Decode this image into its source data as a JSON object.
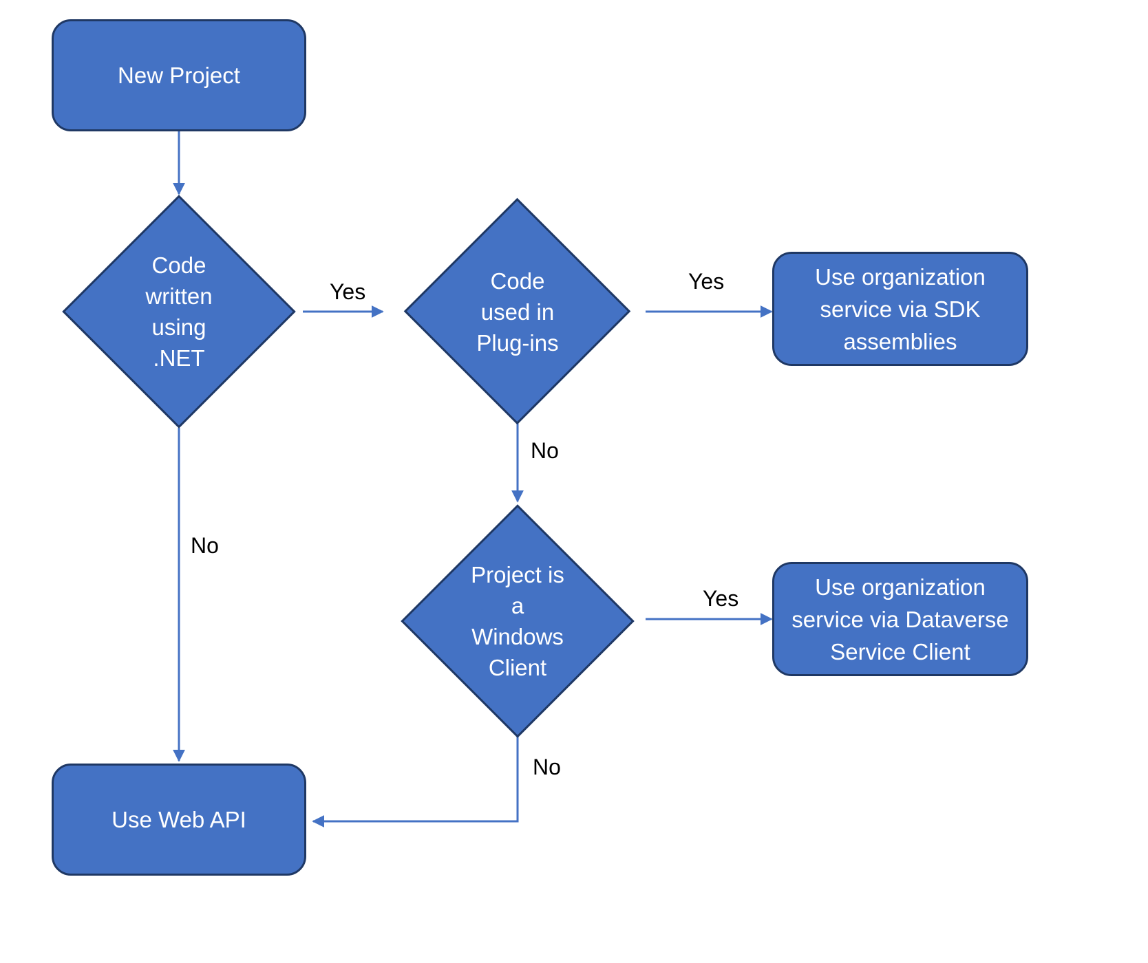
{
  "diagram": {
    "title": "Dataverse API selection decision flowchart",
    "colors": {
      "node_fill": "#4472C4",
      "node_border": "#1F3864",
      "edge_stroke": "#4472C4",
      "node_text": "#FFFFFF",
      "edge_label_text": "#000000",
      "background": "#FFFFFF"
    },
    "nodes": [
      {
        "id": "new-project",
        "type": "process",
        "text": "New Project"
      },
      {
        "id": "code-dotnet",
        "type": "decision",
        "text": "Code\nwritten\nusing\n.NET"
      },
      {
        "id": "code-plugins",
        "type": "decision",
        "text": "Code\nused in\nPlug-ins"
      },
      {
        "id": "sdk-assemblies",
        "type": "process",
        "text": "Use organization\nservice via SDK\nassemblies"
      },
      {
        "id": "windows-client",
        "type": "decision",
        "text": "Project is\na\nWindows\nClient"
      },
      {
        "id": "dataverse-client",
        "type": "process",
        "text": "Use organization\nservice via Dataverse\nService Client"
      },
      {
        "id": "web-api",
        "type": "process",
        "text": "Use Web API"
      }
    ],
    "edges": [
      {
        "id": "e1",
        "from": "new-project",
        "to": "code-dotnet",
        "label": ""
      },
      {
        "id": "e2",
        "from": "code-dotnet",
        "to": "code-plugins",
        "label": "Yes"
      },
      {
        "id": "e3",
        "from": "code-dotnet",
        "to": "web-api",
        "label": "No"
      },
      {
        "id": "e4",
        "from": "code-plugins",
        "to": "sdk-assemblies",
        "label": "Yes"
      },
      {
        "id": "e5",
        "from": "code-plugins",
        "to": "windows-client",
        "label": "No"
      },
      {
        "id": "e6",
        "from": "windows-client",
        "to": "dataverse-client",
        "label": "Yes"
      },
      {
        "id": "e7",
        "from": "windows-client",
        "to": "web-api",
        "label": "No"
      }
    ]
  }
}
